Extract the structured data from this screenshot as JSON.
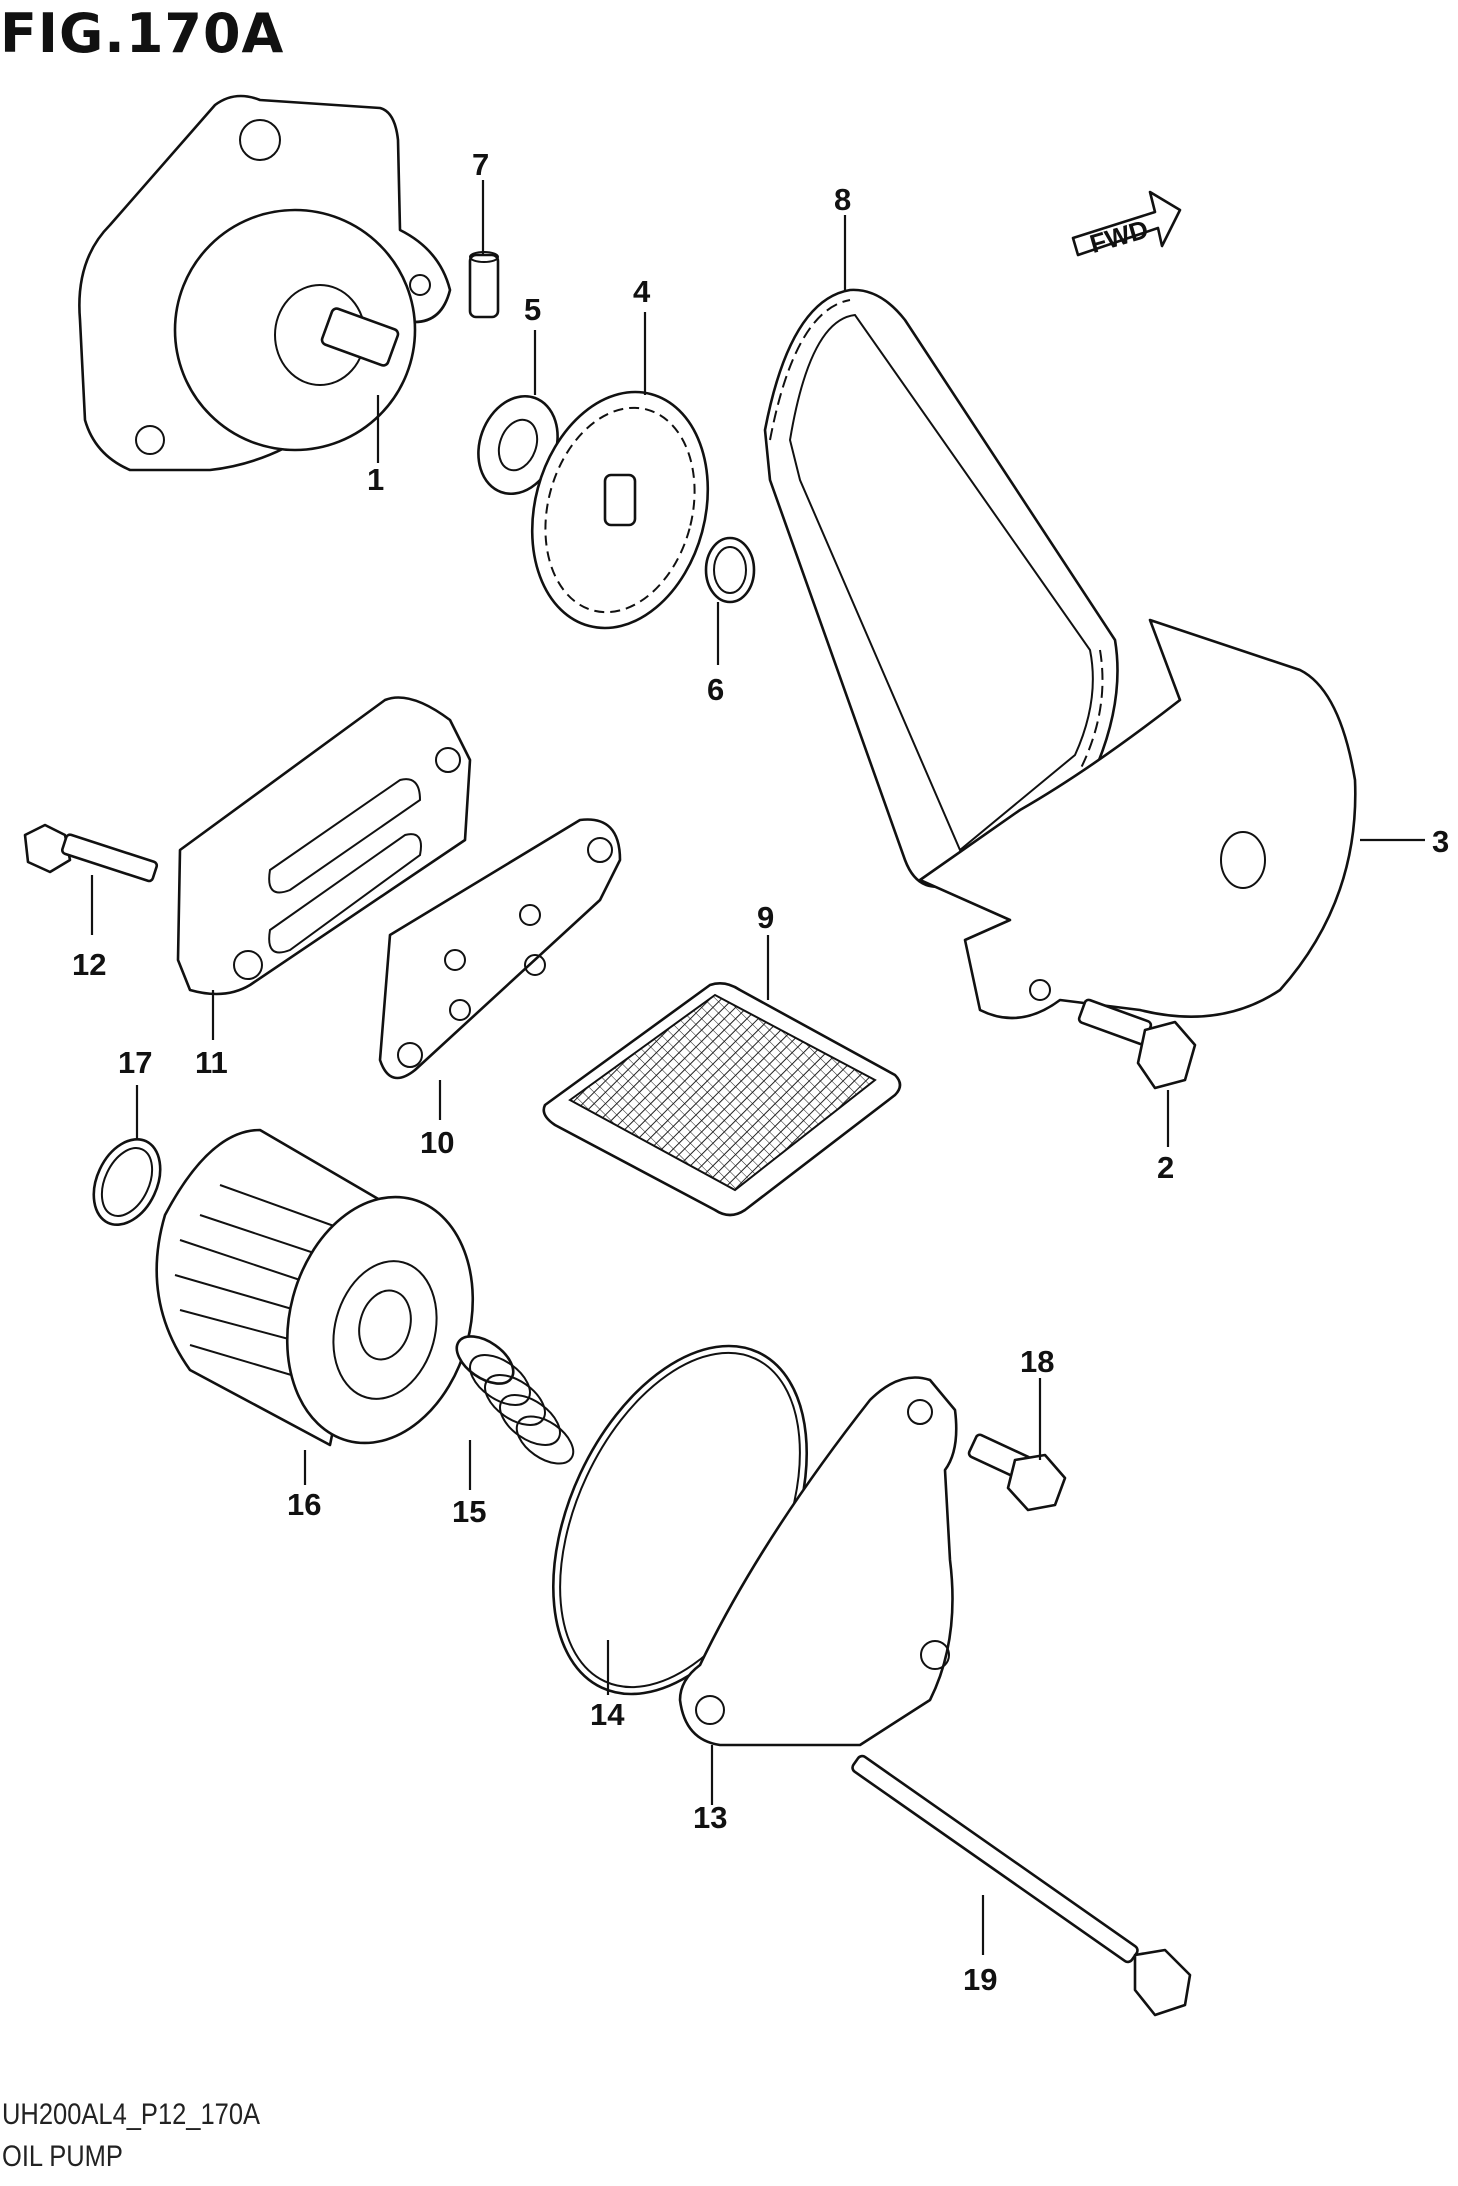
{
  "figure": {
    "title": "FIG.170A",
    "code": "UH200AL4_P12_170A",
    "name": "OIL PUMP"
  },
  "direction_arrow": {
    "label": "FWD"
  },
  "callouts": [
    "1",
    "2",
    "3",
    "4",
    "5",
    "6",
    "7",
    "8",
    "9",
    "10",
    "11",
    "12",
    "13",
    "14",
    "15",
    "16",
    "17",
    "18",
    "19"
  ]
}
